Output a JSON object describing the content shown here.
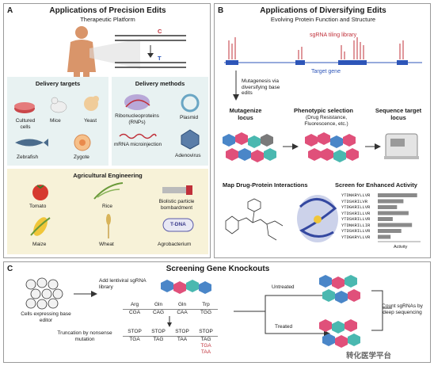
{
  "panel_a": {
    "label": "A",
    "title": "Applications of Precision Edits",
    "subtitle": "Therapeutic Platform",
    "edit_before": "C",
    "edit_after": "T",
    "delivery_targets": {
      "title": "Delivery targets",
      "items": [
        "Cultured cells",
        "Mice",
        "Yeast",
        "Zebrafish",
        "Zygote"
      ]
    },
    "delivery_methods": {
      "title": "Delivery methods",
      "items": [
        "Ribonucleoproteins (RNPs)",
        "Plasmid",
        "mRNA microinjection",
        "Adenovirus"
      ]
    },
    "agri": {
      "title": "Agricultural Engineering",
      "items": [
        "Tomato",
        "Rice",
        "Biolistic particle bombardment",
        "Maize",
        "Wheat",
        "Agrobacterium"
      ],
      "tdna": "T-DNA"
    }
  },
  "panel_b": {
    "label": "B",
    "title": "Applications of Diversifying Edits",
    "subtitle": "Evolving Protein Function and Structure",
    "library": "sgRNA tiling library",
    "target_gene": "Target gene",
    "mutagenesis": "Mutagenesis via diversifying base edits",
    "step1": "Mutagenize locus",
    "step2": "Phenotypic selection",
    "step2_note": "(Drug Resistance, Fluorescence, etc.)",
    "step3": "Sequence target locus",
    "map_title": "Map Drug-Protein Interactions",
    "screen_title": "Screen for Enhanced Activity",
    "activity_label": "Activity",
    "activity_values": [
      0.92,
      0.6,
      0.45,
      0.72,
      0.35,
      0.8,
      0.55,
      0.3
    ],
    "sequences": [
      "YTDNKRYLLVR",
      "YTDSKRILVR",
      "YTDGKRILLVR",
      "YTDSKRILLVR",
      "YTDSKRILLVR",
      "YTDNKRILLIR",
      "YTDSKRILLVR",
      "YTDGKRYLLVR"
    ]
  },
  "panel_c": {
    "label": "C",
    "title": "Screening Gene Knockouts",
    "cells": "Cells expressing base editor",
    "add_lib": "Add lentiviral sgRNA library",
    "aa": [
      "Arg",
      "Gln",
      "Gln",
      "Trp"
    ],
    "codons": [
      "CGA",
      "CAG",
      "CAA",
      "TGG"
    ],
    "stop_label": [
      "STOP",
      "STOP",
      "STOP",
      "STOP"
    ],
    "stop_codons": [
      "TGA",
      "TAG",
      "TAA",
      "TAG"
    ],
    "extra_stops": [
      "TGA",
      "TAA"
    ],
    "truncation": "Truncation by nonsense mutation",
    "untreated": "Untreated",
    "treated": "Treated",
    "count": "Count sgRNAs by deep sequencing"
  },
  "watermark": "转化医学平台",
  "colors": {
    "accent_red": "#c0303a",
    "gene_blue": "#2d55b8",
    "cell_blue": "#4a86c8",
    "cell_pink": "#e0507a",
    "cell_teal": "#4ab8b0",
    "cell_gray": "#7a7a7a",
    "delivery_bg": "#e8f2f2",
    "agri_bg": "#f7f2d8"
  }
}
